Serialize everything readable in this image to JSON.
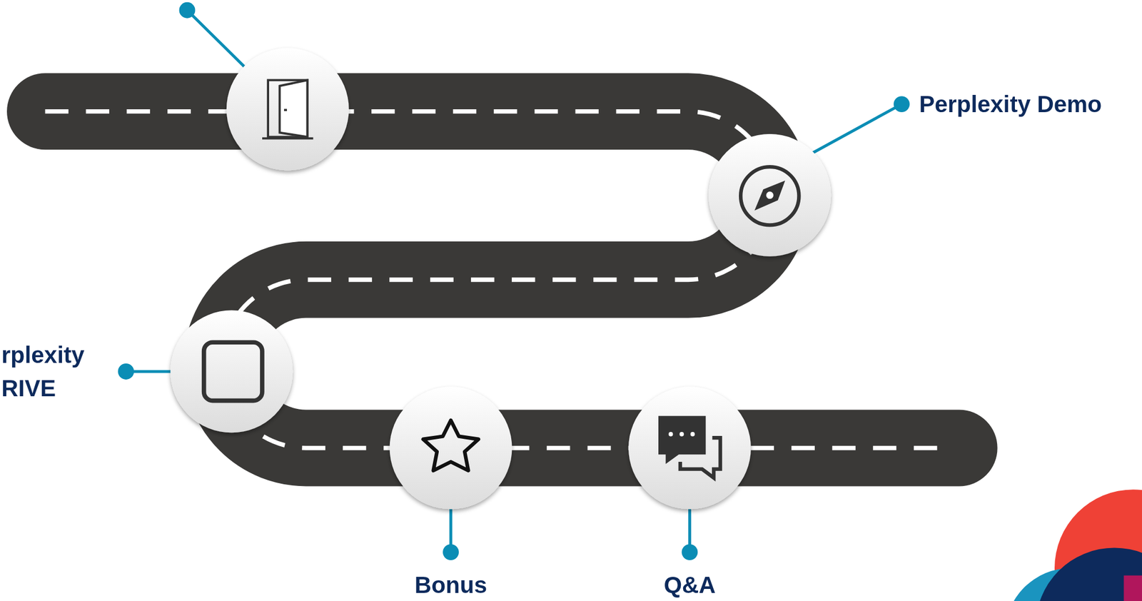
{
  "diagram": {
    "labels": [
      "Perplexity Demo",
      "rplexity RIVE",
      "Bonus",
      "Q&A"
    ]
  }
}
